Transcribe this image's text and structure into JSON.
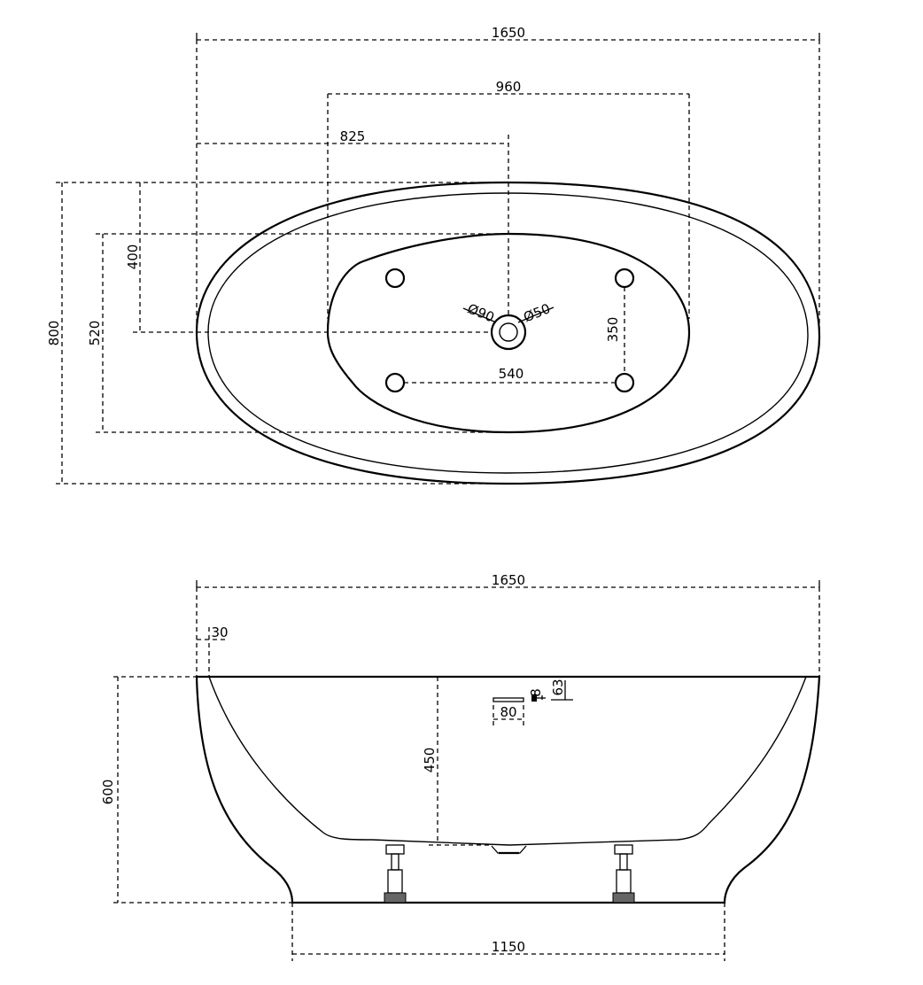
{
  "top_view": {
    "overall_length": "1650",
    "outer_rim_span": "960",
    "drain_offset": "825",
    "overall_width": "800",
    "interior_width": "520",
    "drain_offset_width": "400",
    "drain_outer_diameter": "Ø90",
    "drain_inner_diameter": "Ø50",
    "feet_spacing_width": "350",
    "feet_spacing_length": "540"
  },
  "side_view": {
    "overall_length": "1650",
    "rim_thickness": "30",
    "overall_height": "600",
    "interior_depth": "450",
    "overflow_width": "80",
    "overflow_height_small": "8",
    "overflow_height": "63",
    "base_length": "1150"
  }
}
